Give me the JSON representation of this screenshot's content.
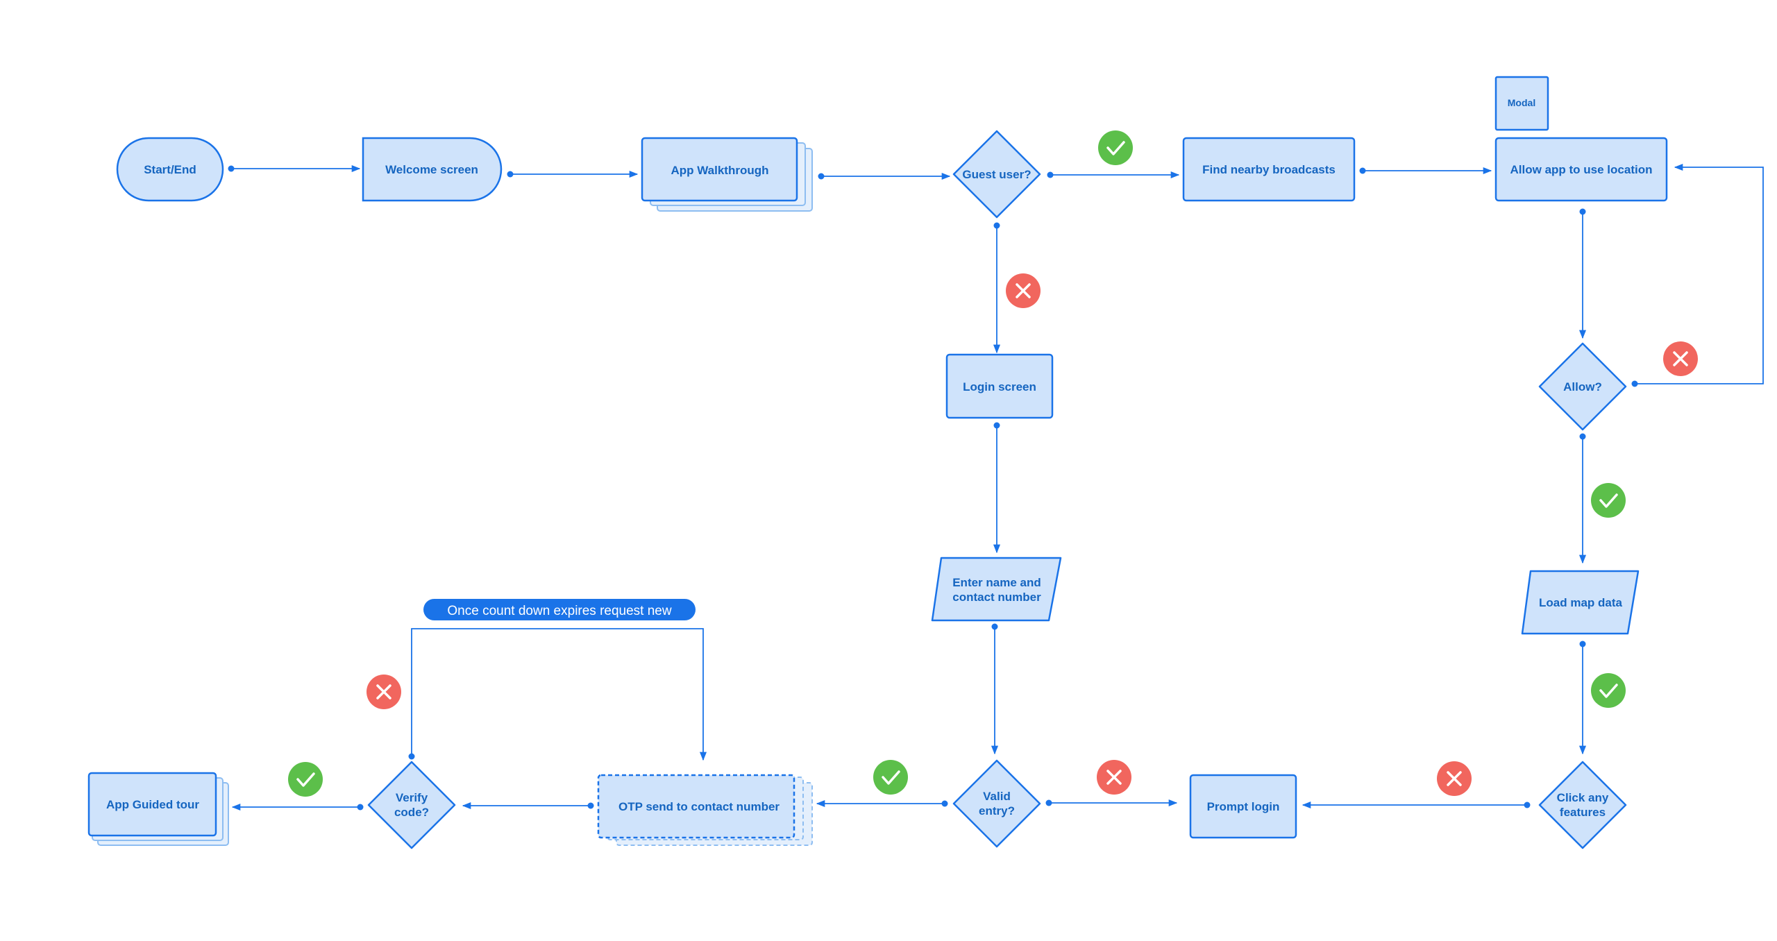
{
  "nodes": {
    "start_end": "Start/End",
    "welcome": "Welcome screen",
    "walkthrough": "App Walkthrough",
    "guest": "Guest user?",
    "find_broadcasts": "Find nearby broadcasts",
    "modal_tag": "Modal",
    "allow_location": "Allow app to use location",
    "login": "Login screen",
    "allow": "Allow?",
    "enter_name": [
      "Enter name and",
      "contact number"
    ],
    "load_map": "Load map data",
    "guided_tour": "App Guided tour",
    "verify": [
      "Verify",
      "code?"
    ],
    "otp": "OTP send to contact number",
    "valid": [
      "Valid",
      "entry?"
    ],
    "prompt_login": "Prompt login",
    "click_features": [
      "Click any",
      "features"
    ]
  },
  "banner": "Once count down expires request new",
  "colors": {
    "node_fill": "#cfe3fb",
    "node_stroke": "#1a73e8",
    "text": "#1565c0",
    "yes": "#5cbf4a",
    "no": "#f1665e",
    "banner": "#1a73e8"
  },
  "decision_icons": [
    "check-icon",
    "cross-icon"
  ]
}
